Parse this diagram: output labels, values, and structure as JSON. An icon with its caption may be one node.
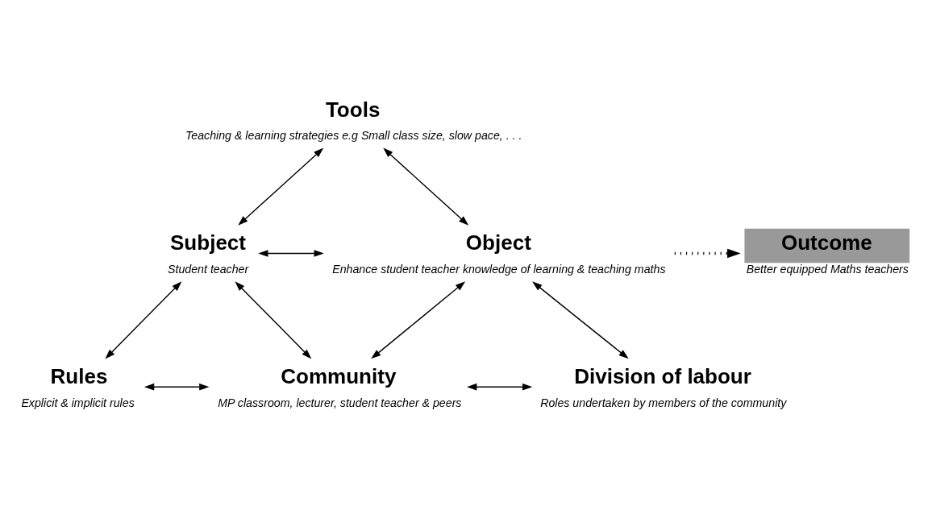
{
  "diagram": {
    "nodes": [
      {
        "text": [
          "Tools",
          "Teaching & learning strategies e.g Small class size, slow pace, . . ."
        ]
      },
      {
        "text": [
          "Subject",
          "Student teacher"
        ]
      },
      {
        "text": [
          "Object",
          "Enhance student teacher knowledge of learning & teaching maths"
        ]
      },
      {
        "text": [
          "Outcome",
          "Better equipped Maths teachers"
        ]
      },
      {
        "text": [
          "Rules",
          "Explicit & implicit rules"
        ]
      },
      {
        "text": [
          "Community",
          "MP classroom, lecturer, student teacher & peers"
        ]
      },
      {
        "text": [
          "Division of labour",
          "Roles undertaken by members of the community"
        ]
      }
    ],
    "edges": [
      {
        "from": 0,
        "to": 1,
        "arrow": "both"
      },
      {
        "from": 0,
        "to": 2,
        "arrow": "both"
      },
      {
        "from": 1,
        "to": 2,
        "arrow": "both"
      },
      {
        "from": 2,
        "to": 3,
        "arrow": "to",
        "style": "dashed"
      },
      {
        "from": 1,
        "to": 4,
        "arrow": "both"
      },
      {
        "from": 1,
        "to": 5,
        "arrow": "both"
      },
      {
        "from": 2,
        "to": 5,
        "arrow": "both"
      },
      {
        "from": 2,
        "to": 6,
        "arrow": "both"
      },
      {
        "from": 4,
        "to": 5,
        "arrow": "both"
      },
      {
        "from": 5,
        "to": 6,
        "arrow": "both"
      }
    ]
  }
}
